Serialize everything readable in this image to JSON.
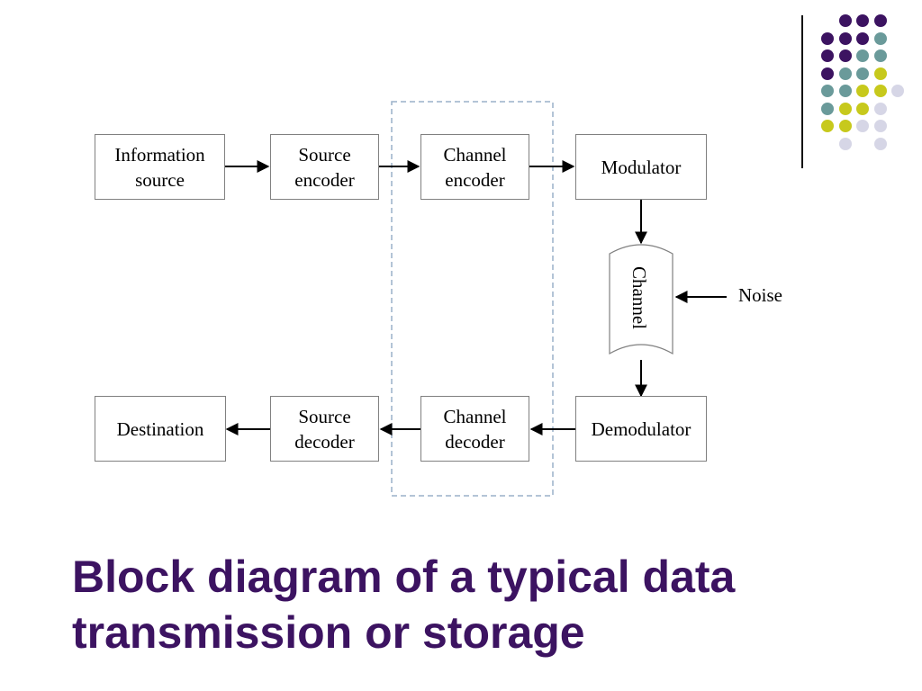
{
  "blocks": {
    "information_source": "Information\nsource",
    "source_encoder": "Source\nencoder",
    "channel_encoder": "Channel\nencoder",
    "modulator": "Modulator",
    "channel": "Channel",
    "noise": "Noise",
    "demodulator": "Demodulator",
    "channel_decoder": "Channel\ndecoder",
    "source_decoder": "Source\ndecoder",
    "destination": "Destination"
  },
  "title": {
    "line1": "Block diagram of a typical data",
    "line2": "transmission or storage"
  },
  "colors": {
    "title": "#3c1361",
    "purple": "#3c1361",
    "teal": "#6a9a9a",
    "lime": "#c7c91c",
    "lavender": "#d6d6e6",
    "dashed_frame": "#9ab0c8"
  }
}
